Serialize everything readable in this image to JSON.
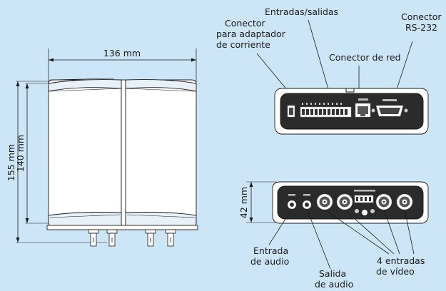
{
  "dimensions": {
    "width": "136 mm",
    "height_outer": "155 mm",
    "height_inner": "140 mm",
    "depth": "42 mm"
  },
  "labels": {
    "power_connector": [
      "Conector",
      "para adaptador",
      "de corriente"
    ],
    "io": "Entradas/salidas",
    "network": "Conector de red",
    "rs232": [
      "Conector",
      "RS-232"
    ],
    "audio_in": [
      "Entrada",
      "de audio"
    ],
    "audio_out": [
      "Salida",
      "de audio"
    ],
    "video_inputs": [
      "4 entradas",
      "de vídeo"
    ]
  },
  "colors": {
    "background": "#cde6f7",
    "device_fill": "#ffffff",
    "device_dark": "#2b2b2b",
    "line": "#1a1a1a"
  }
}
